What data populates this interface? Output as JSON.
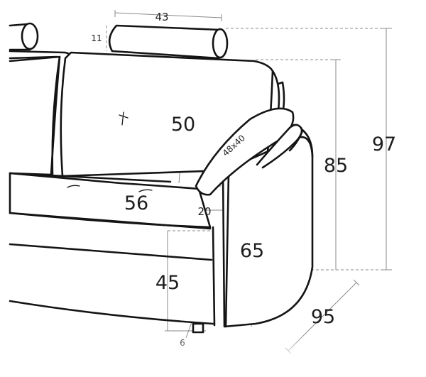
{
  "diagram": {
    "dimensions": {
      "armrest_width": "43",
      "armrest_height": "11",
      "back_height": "50",
      "cushion_size": "48x40",
      "seat_depth": "56",
      "arm_width": "20",
      "total_height": "97",
      "back_top_height": "85",
      "arm_height": "65",
      "seat_height": "45",
      "leg_height": "6",
      "depth": "95"
    }
  }
}
